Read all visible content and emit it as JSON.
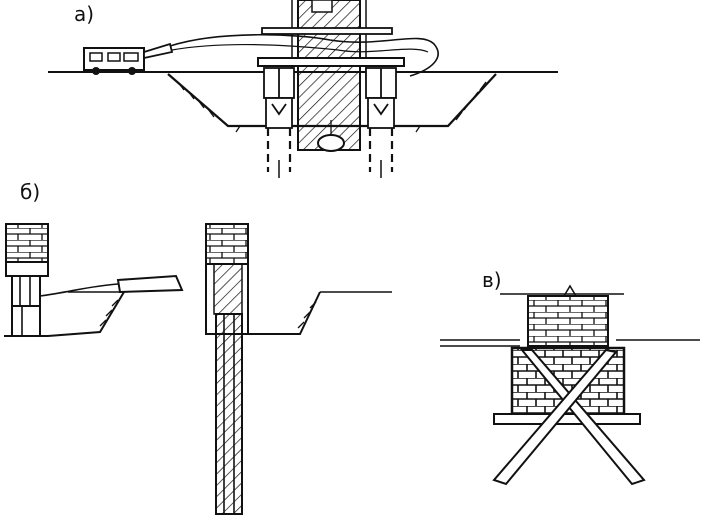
{
  "labels": {
    "panel_a": "а)",
    "panel_b": "б)",
    "panel_c": "в)"
  },
  "colors": {
    "ink": "#111111",
    "paper": "#ffffff"
  }
}
